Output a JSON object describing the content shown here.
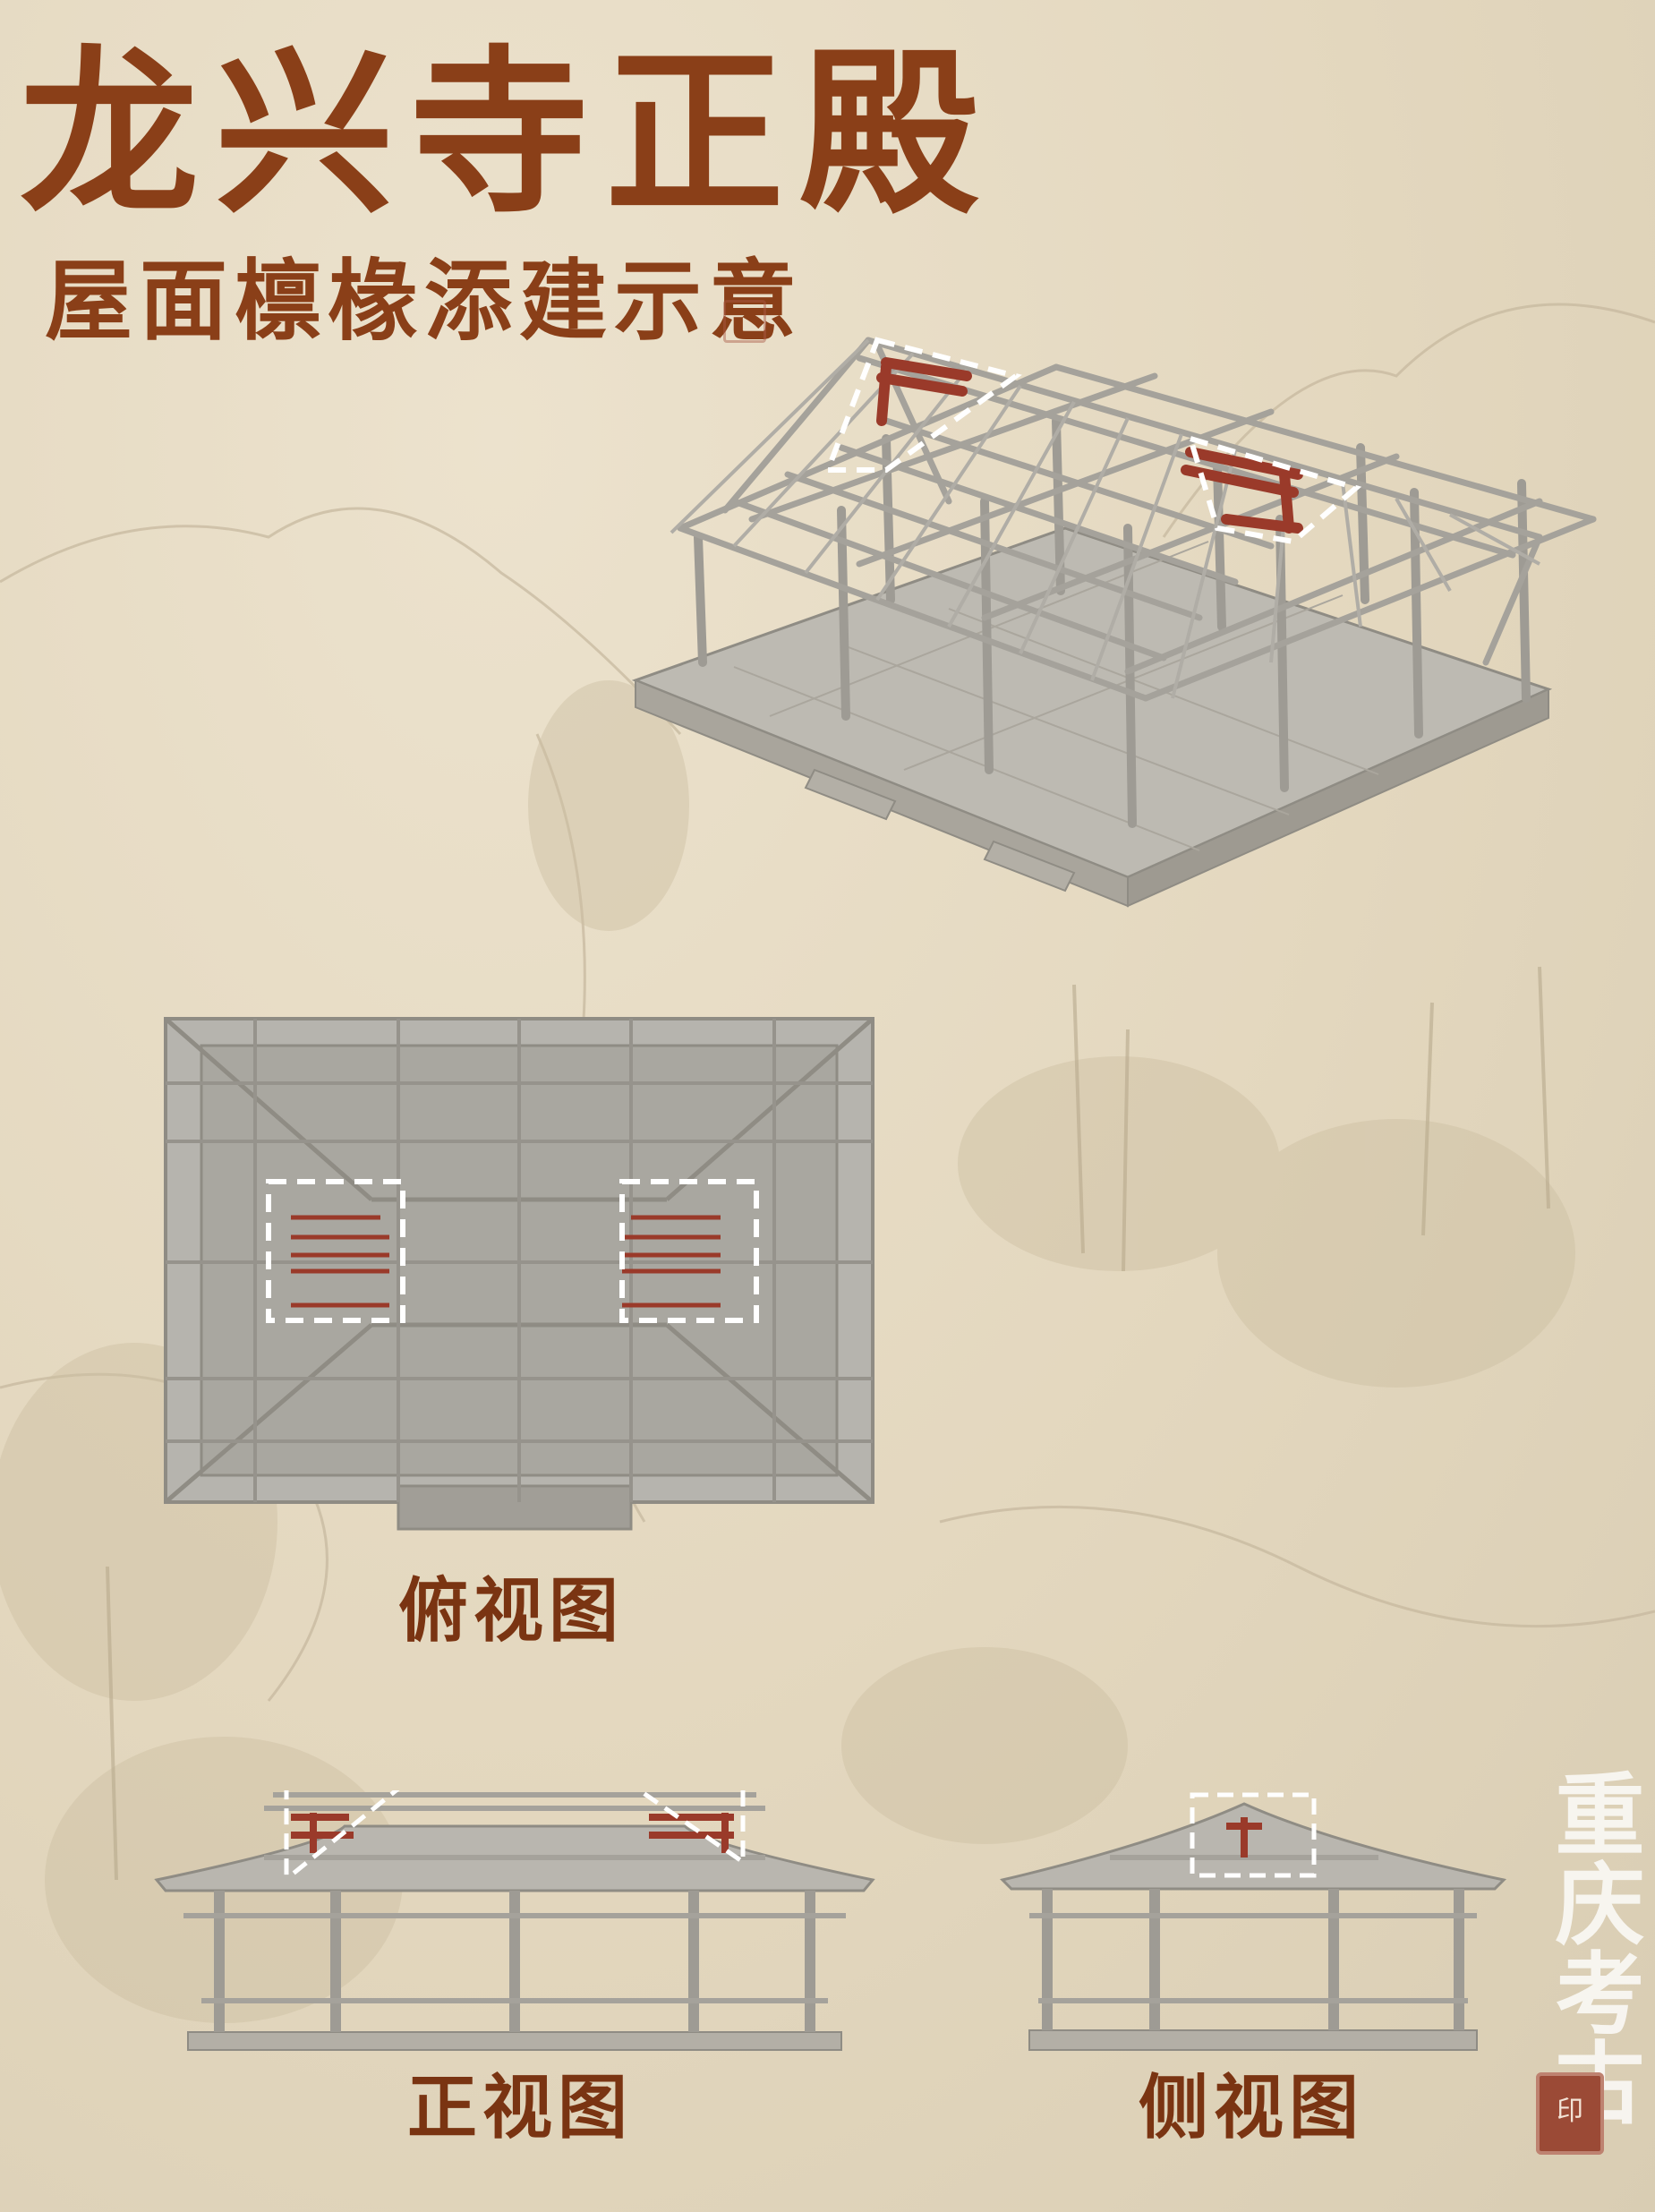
{
  "title": "龙兴寺正殿",
  "subtitle": "屋面檩椽添建示意",
  "views": {
    "top": {
      "label": "俯视图"
    },
    "front": {
      "label": "正视图"
    },
    "side": {
      "label": "侧视图"
    }
  },
  "signature": "重庆考古",
  "colors": {
    "background": "#e3d7be",
    "title": "#8a3f18",
    "structure": "#a8a8a2",
    "added_members": "#9a3a2a",
    "highlight": "#ffffff"
  }
}
